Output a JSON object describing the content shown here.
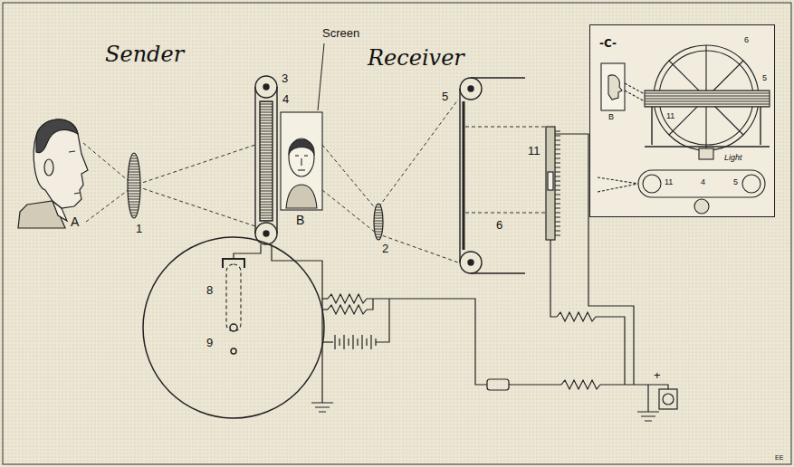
{
  "diagram": {
    "nodes": [
      {
        "text": [
          "-C-"
        ]
      }
    ],
    "labels": [
      "Sender",
      "Receiver",
      "Screen",
      "1",
      "2",
      "3",
      "4",
      "5",
      "6",
      "8",
      "9",
      "11",
      "A",
      "B",
      "+",
      "EE",
      "B",
      "6",
      "5",
      "11",
      "Light",
      "11",
      "4",
      "5"
    ]
  }
}
